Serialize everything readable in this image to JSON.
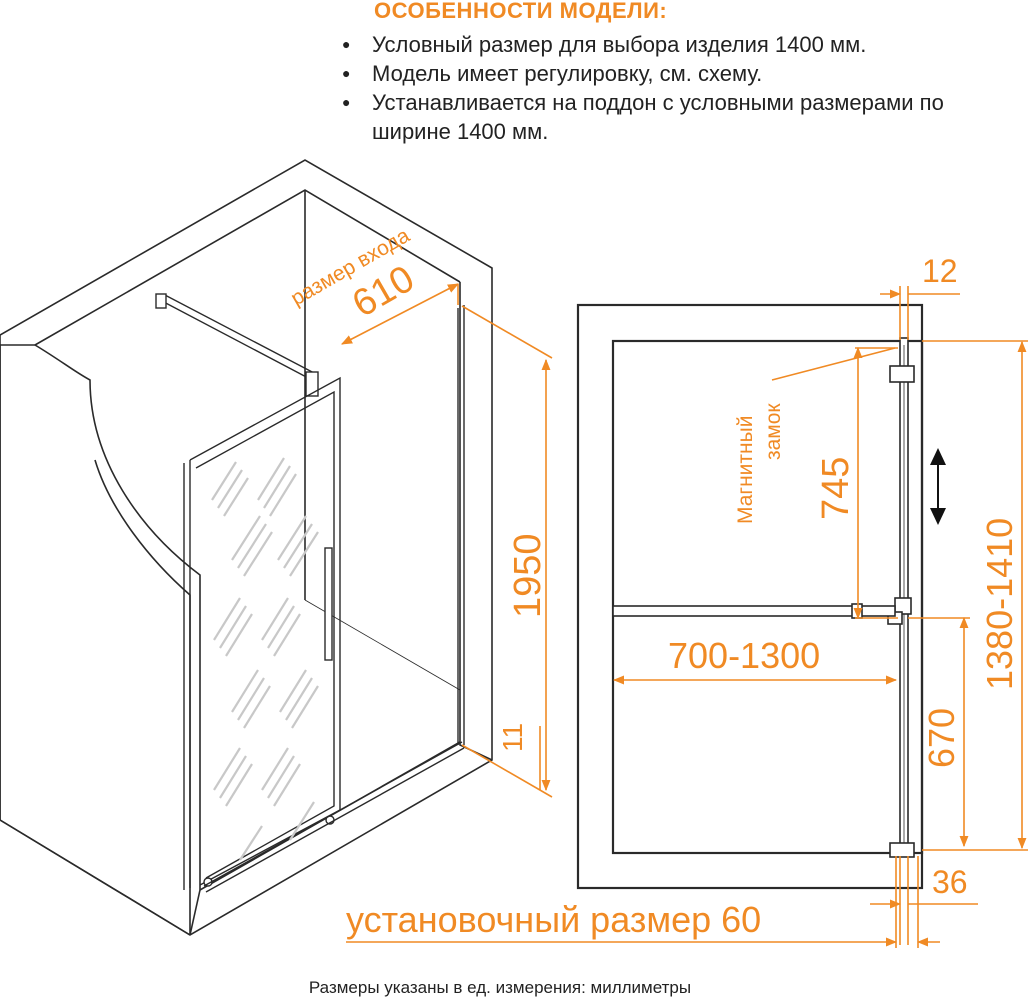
{
  "features": {
    "title": "ОСОБЕННОСТИ МОДЕЛИ:",
    "items": [
      "Условный размер для выбора изделия 1400 мм.",
      "Модель имеет регулировку, см. схему.",
      "Устанавливается на поддон с условными размерами по ширине 1400 мм."
    ]
  },
  "iso_view": {
    "entry_label": "размер входа",
    "entry_width": "610",
    "height": "1950",
    "bottom_gap": "11"
  },
  "plan_view": {
    "top_offset": "12",
    "magnet_label_1": "Магнитный",
    "magnet_label_2": "замок",
    "upper_dim": "745",
    "bar_range": "700-1300",
    "lower_dim": "670",
    "total_range": "1380-1410",
    "bottom_offset": "36",
    "install_size": "установочный размер 60"
  },
  "footer": "Размеры указаны в ед. измерения: миллиметры",
  "colors": {
    "accent": "#f08a24",
    "line": "#2a2a2a"
  }
}
